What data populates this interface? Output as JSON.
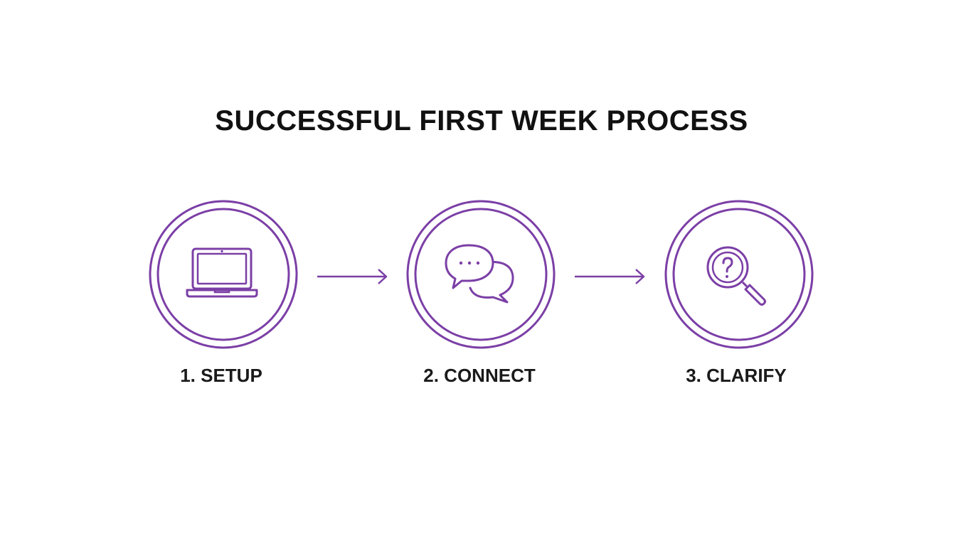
{
  "diagram": {
    "title": "SUCCESSFUL FIRST WEEK PROCESS",
    "accent_color": "#7b3fa6",
    "steps": [
      {
        "label": "1. SETUP",
        "icon": "laptop-icon"
      },
      {
        "label": "2. CONNECT",
        "icon": "chat-bubbles-icon"
      },
      {
        "label": "3. CLARIFY",
        "icon": "magnifier-question-icon"
      }
    ],
    "connectors": [
      "arrow-right",
      "arrow-right"
    ]
  }
}
